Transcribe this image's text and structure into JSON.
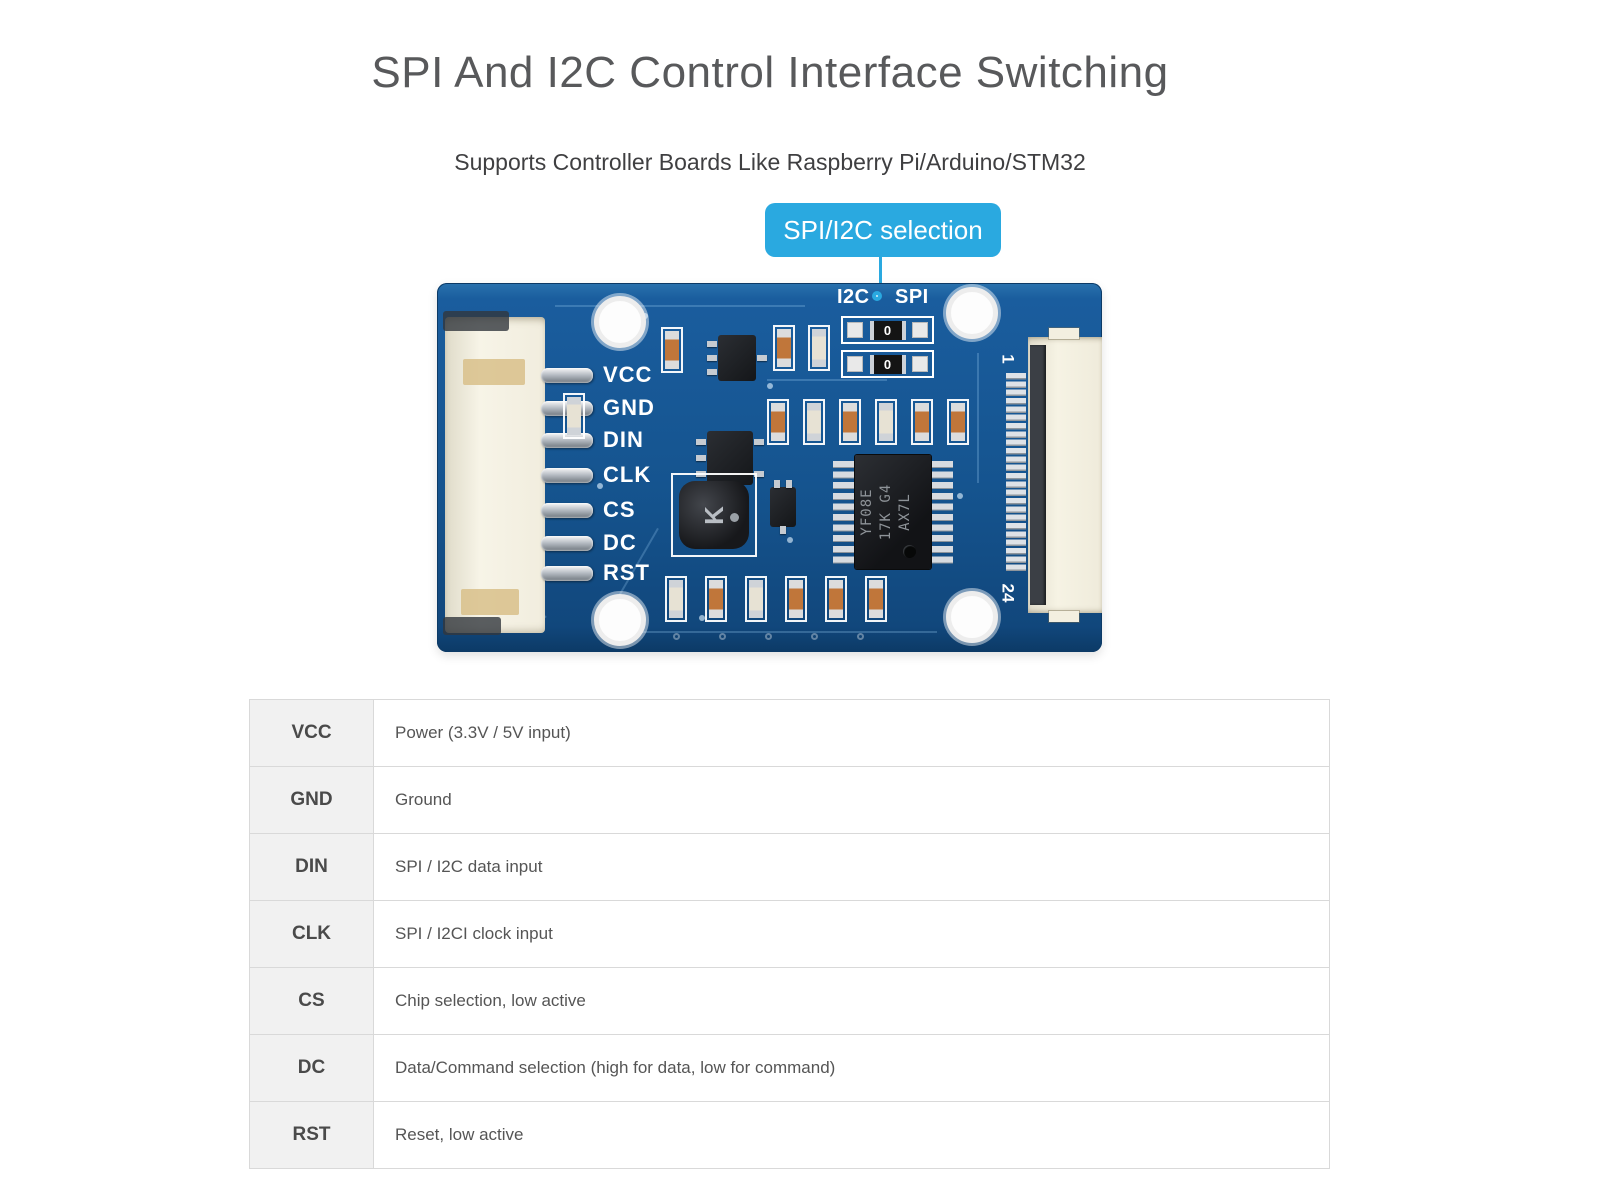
{
  "theme": {
    "accent": "#2aa9e0",
    "pcb": "#15548f",
    "title-gray": "#58595b",
    "res-orange": "#c0763a"
  },
  "header": {
    "title": "SPI And I2C Control Interface Switching",
    "subtitle": "Supports Controller Boards Like Raspberry Pi/Arduino/STM32"
  },
  "callout": {
    "label": "SPI/I2C selection"
  },
  "board": {
    "pin_labels": [
      "VCC",
      "GND",
      "DIN",
      "CLK",
      "CS",
      "DC",
      "RST"
    ],
    "jumper": {
      "i2c_label": "I2C",
      "spi_label": "SPI",
      "resistor_label": "0"
    },
    "ic_marking": {
      "line1": "YF08E",
      "line2": "17K G4",
      "line3": "AX7L"
    },
    "inductor_marking": "K",
    "fpc": {
      "first_pin": "1",
      "last_pin": "24"
    }
  },
  "pin_table": {
    "rows": [
      {
        "pin": "VCC",
        "desc": "Power (3.3V / 5V input)"
      },
      {
        "pin": "GND",
        "desc": "Ground"
      },
      {
        "pin": "DIN",
        "desc": "SPI / I2C data input"
      },
      {
        "pin": "CLK",
        "desc": "SPI / I2CI clock input"
      },
      {
        "pin": "CS",
        "desc": "Chip selection, low active"
      },
      {
        "pin": "DC",
        "desc": "Data/Command selection (high for data, low for command)"
      },
      {
        "pin": "RST",
        "desc": "Reset, low active"
      }
    ]
  }
}
